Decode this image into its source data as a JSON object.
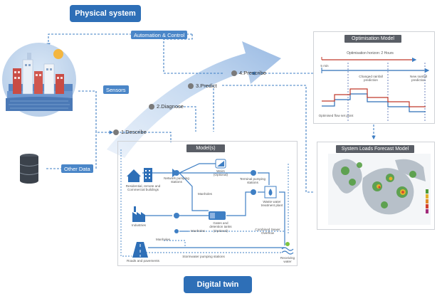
{
  "title_top": "Physical system",
  "title_bottom": "Digital twin",
  "tags": {
    "automation": "Automation & Control",
    "sensors": "Sensors",
    "other_data": "Other Data"
  },
  "steps": {
    "describe": "1.Describe",
    "diagnose": "2.Diagnose",
    "predict": "3.Predict",
    "prescribe": "4.Prescribe"
  },
  "optimisation": {
    "title": "Optimisation Model",
    "horizon": "Optimisation horizon: 2 Hours",
    "five_min": "5 min",
    "changed": "Changed rainfall prediction",
    "new": "New rainfall prediction",
    "setpoint": "Optimised flow set point"
  },
  "forecast": {
    "title": "System Loads Forecast Model"
  },
  "models": {
    "title": "Model(s)",
    "residential": "Residential, remote and Commercial buildings",
    "network_pumping": "Network pumping stations",
    "weirs": "Weirs (Optional)",
    "terminal_pumping": "Terminal pumping stations",
    "manholes_1": "Manholes",
    "wwtp": "Waste water treatment plant",
    "industries": "Industries",
    "gates": "Gates and detention tanks (Optional)",
    "manholes_2": "Manholes",
    "cso": "Combined Sewer Overflow",
    "manholes_3": "Manholes",
    "stormwater": "Stormwater pumping stations",
    "roads": "Roads and pavements",
    "receiving": "Receiving water"
  },
  "colors": {
    "accent": "#2e6fb7",
    "dashed": "#3f7fc4",
    "arrow": "#a9c4e6",
    "panel": "#e8e9eb",
    "red_line": "#c0392b"
  }
}
